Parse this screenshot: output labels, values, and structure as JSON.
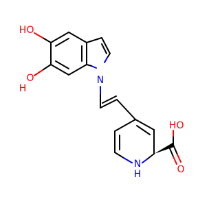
{
  "molecule": {
    "atoms": {
      "o_top": "O",
      "h_top": "H",
      "o_left": "O",
      "h_left": "H",
      "n_indole": "N",
      "o_acid": "O",
      "h_acid": "H",
      "o_carbonyl": "O",
      "n_ring": "N",
      "h_ring": "H"
    },
    "colors": {
      "carbon_bond": "#000000",
      "nitrogen": "#0000ff",
      "oxygen": "#ff0000"
    }
  }
}
